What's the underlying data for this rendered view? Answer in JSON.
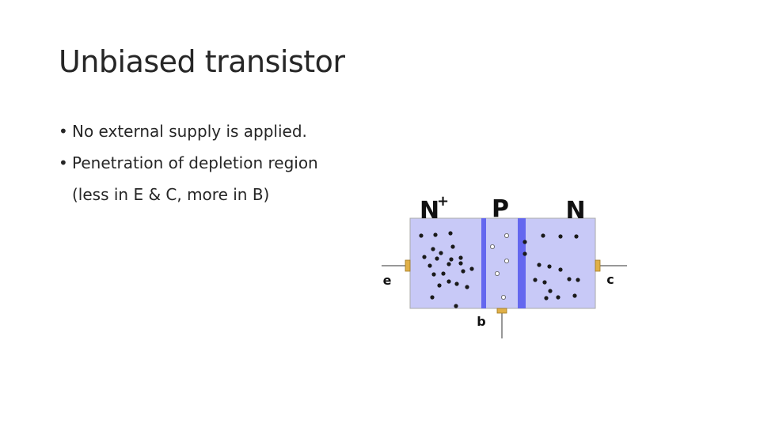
{
  "slide": {
    "title": "Unbiased transistor",
    "bullets": [
      {
        "marker": "•",
        "text": "No external supply is applied."
      },
      {
        "marker": "•",
        "text": "Penetration of depletion region",
        "continuation": "(less in E & C, more in B)"
      }
    ]
  },
  "diagram": {
    "region_labels": [
      "N",
      "P",
      "N"
    ],
    "emitter_superscript": "+",
    "terminal_labels": {
      "emitter": "e",
      "base": "b",
      "collector": "c"
    },
    "colors": {
      "region_fill": "#c8c9f7",
      "region_border": "#aaaaaa",
      "depletion_band": "#6467ef",
      "electron": "#1a1a1a",
      "hole_fill": "#ffffff",
      "terminal": "#e0b048",
      "lead": "#777777"
    }
  }
}
